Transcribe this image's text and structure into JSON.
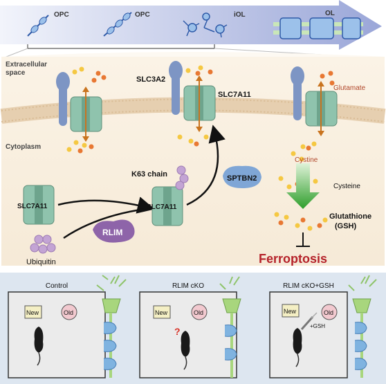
{
  "progression": {
    "stages": [
      "OPC",
      "OPC",
      "iOL",
      "OL"
    ],
    "arrow_color": "#6c7bbd"
  },
  "membrane": {
    "extracellular_label": "Extracellular\nspace",
    "cytoplasm_label": "Cytoplasm"
  },
  "proteins": {
    "slc3a2": "SLC3A2",
    "slc7a11_top": "SLC7A11",
    "slc7a11_left": "SLC7A11",
    "slc7a11_mid": "SLC7A11",
    "rlim": "RLIM",
    "sptbn2": "SPTBN2",
    "k63": "K63 chain",
    "ubiquitin": "Ubiquitin"
  },
  "pathway": {
    "glutamate": "Glutamate",
    "cystine": "Cystine",
    "cysteine": "Cysteine",
    "glutathione_1": "Glutathione",
    "glutathione_2": "(GSH)",
    "ferroptosis": "Ferroptosis"
  },
  "panels": [
    {
      "title": "Control",
      "new": "New",
      "old": "Old",
      "extra": ""
    },
    {
      "title": "RLIM cKO",
      "new": "New",
      "old": "Old",
      "extra": "?"
    },
    {
      "title": "RLIM cKO+GSH",
      "new": "New",
      "old": "Old",
      "extra": "+GSH"
    }
  ],
  "colors": {
    "transporter": "#8fc3ad",
    "slc3a2": "#7d95c4",
    "rlim": "#8e64a9",
    "sptbn2": "#7fa6d6",
    "ferroptosis": "#b5222a",
    "green_arrow": "#3fae3a",
    "ubiquitin": "#c3a4d4"
  }
}
